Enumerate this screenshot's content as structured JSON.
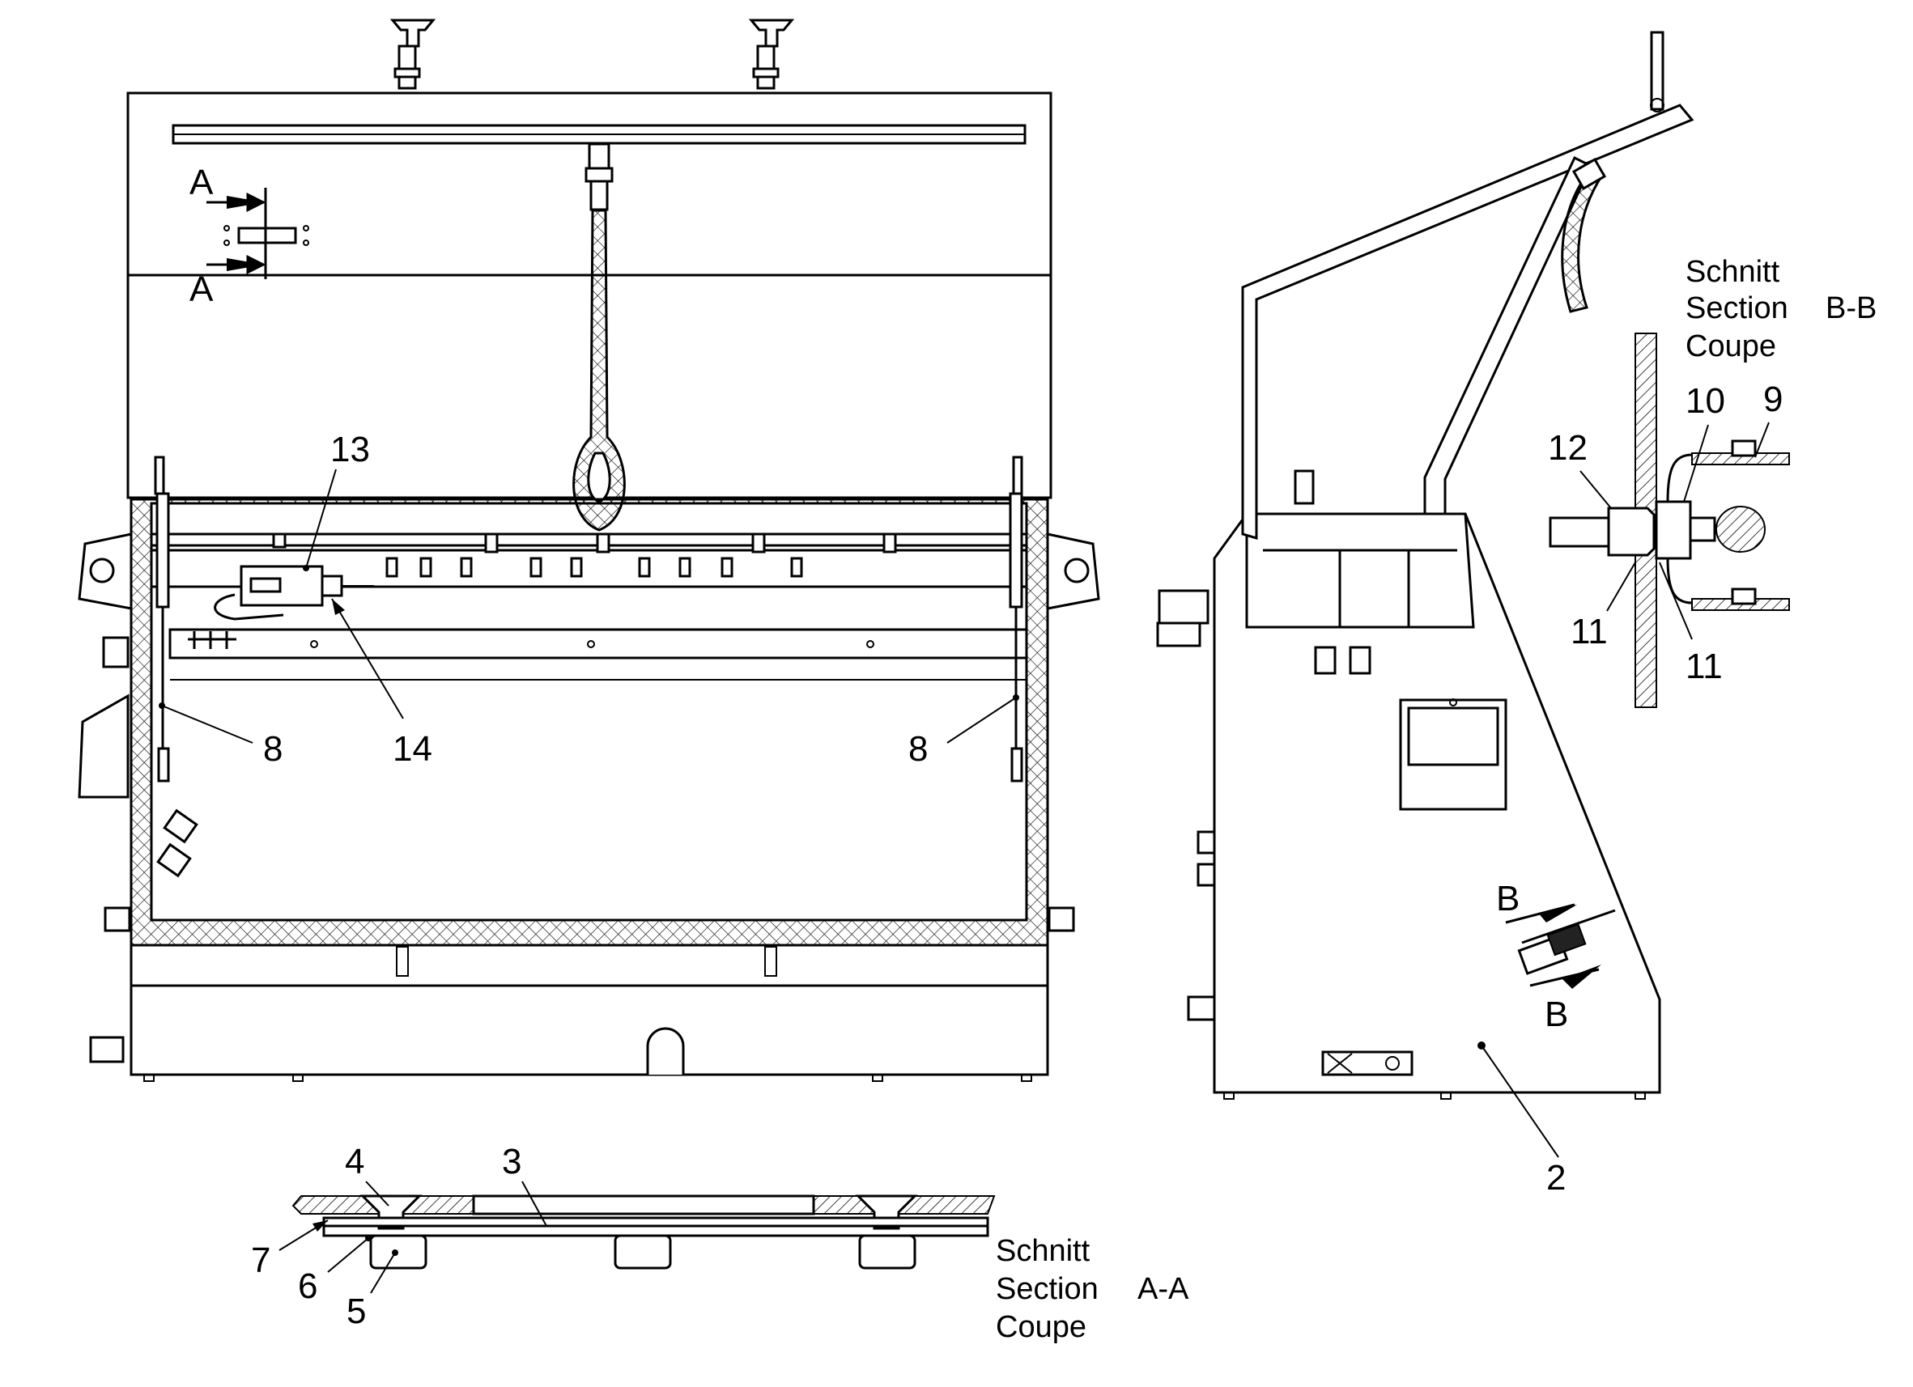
{
  "callouts": {
    "c2": "2",
    "c3": "3",
    "c4": "4",
    "c5": "5",
    "c6": "6",
    "c7": "7",
    "c8a": "8",
    "c8b": "8",
    "c9": "9",
    "c10": "10",
    "c11a": "11",
    "c11b": "11",
    "c12": "12",
    "c13": "13",
    "c14": "14"
  },
  "section_marks": {
    "a_top": "A",
    "a_bottom": "A",
    "b_top": "B",
    "b_bottom": "B"
  },
  "section_bb": {
    "line1": "Schnitt",
    "line2": "Section",
    "line2_id": "B-B",
    "line3": "Coupe"
  },
  "section_aa": {
    "line1": "Schnitt",
    "line2": "Section",
    "line2_id": "A-A",
    "line3": "Coupe"
  },
  "colors": {
    "ink": "#000000",
    "paper": "#ffffff"
  }
}
